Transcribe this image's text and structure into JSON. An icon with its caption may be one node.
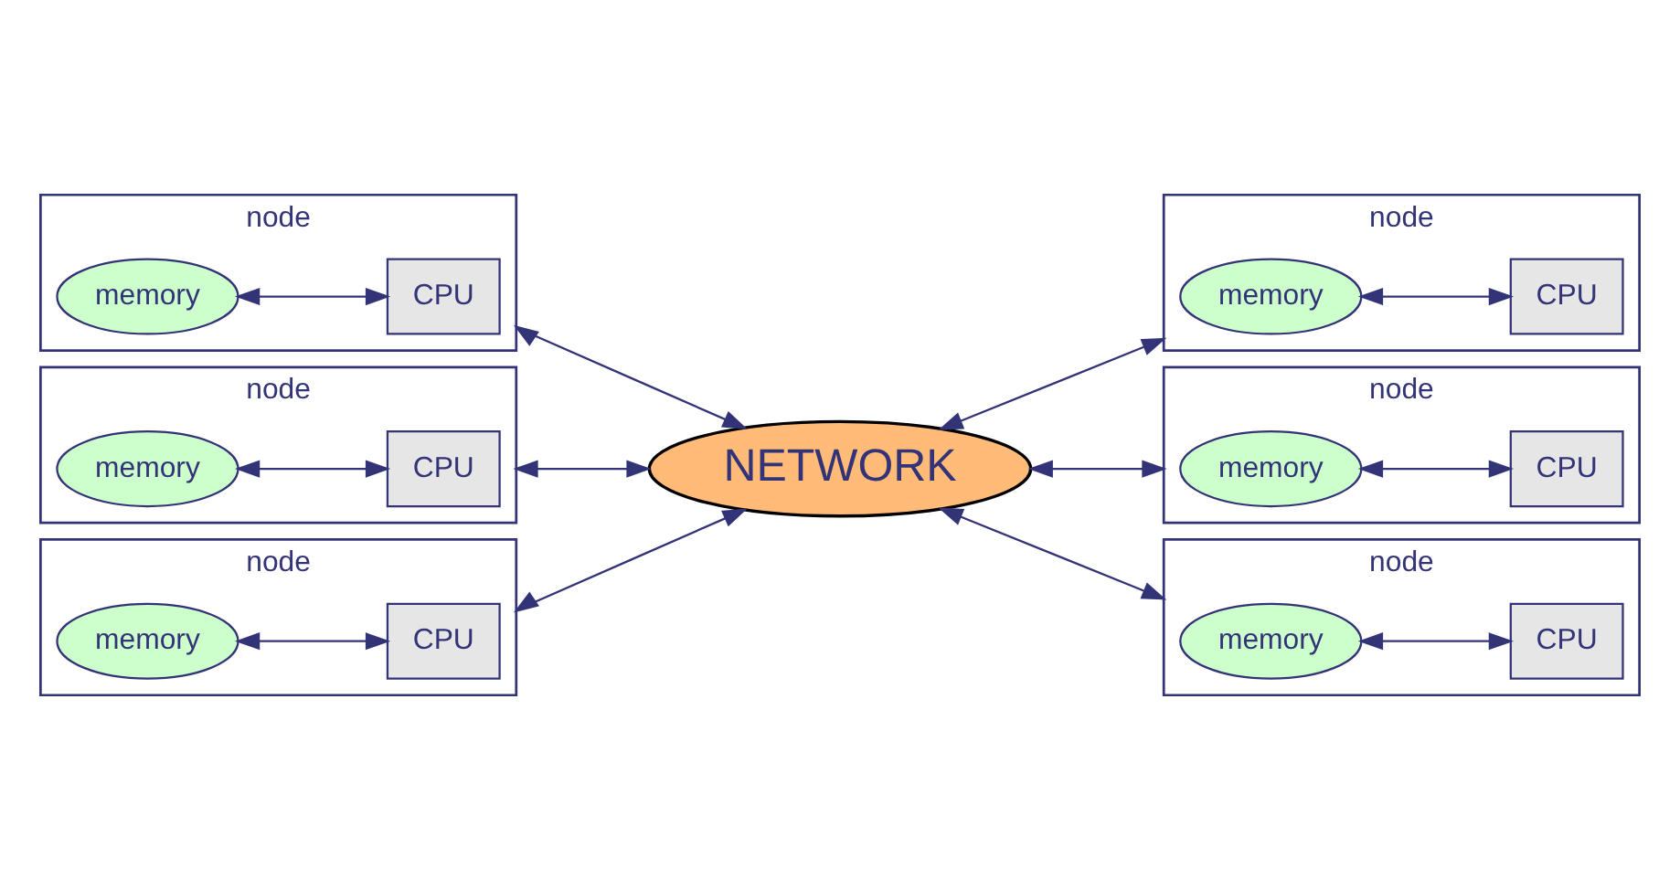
{
  "diagram": {
    "nodes": [
      {
        "text": [
          "node"
        ]
      },
      {
        "text": [
          "memory"
        ],
        "in": 0
      },
      {
        "text": [
          "CPU"
        ],
        "in": 0
      },
      {
        "text": [
          "node"
        ]
      },
      {
        "text": [
          "memory"
        ],
        "in": 3
      },
      {
        "text": [
          "CPU"
        ],
        "in": 3
      },
      {
        "text": [
          "node"
        ]
      },
      {
        "text": [
          "memory"
        ],
        "in": 6
      },
      {
        "text": [
          "CPU"
        ],
        "in": 6
      },
      {
        "text": [
          "NETWORK"
        ]
      },
      {
        "text": [
          "node"
        ]
      },
      {
        "text": [
          "memory"
        ],
        "in": 10
      },
      {
        "text": [
          "CPU"
        ],
        "in": 10
      },
      {
        "text": [
          "node"
        ]
      },
      {
        "text": [
          "memory"
        ],
        "in": 13
      },
      {
        "text": [
          "CPU"
        ],
        "in": 13
      },
      {
        "text": [
          "node"
        ]
      },
      {
        "text": [
          "memory"
        ],
        "in": 16
      },
      {
        "text": [
          "CPU"
        ],
        "in": 16
      }
    ],
    "edges": [
      {
        "from": 1,
        "to": 2,
        "arrow": "both"
      },
      {
        "from": 4,
        "to": 5,
        "arrow": "both"
      },
      {
        "from": 7,
        "to": 8,
        "arrow": "both"
      },
      {
        "from": 11,
        "to": 12,
        "arrow": "both"
      },
      {
        "from": 14,
        "to": 15,
        "arrow": "both"
      },
      {
        "from": 17,
        "to": 18,
        "arrow": "both"
      },
      {
        "from": 0,
        "to": 9,
        "arrow": "both"
      },
      {
        "from": 9,
        "to": 3,
        "arrow": "both"
      },
      {
        "from": 6,
        "to": 9,
        "arrow": "both"
      },
      {
        "from": 9,
        "to": 10,
        "arrow": "both"
      },
      {
        "from": 13,
        "to": 9,
        "arrow": "both"
      },
      {
        "from": 9,
        "to": 16,
        "arrow": "both"
      }
    ]
  }
}
